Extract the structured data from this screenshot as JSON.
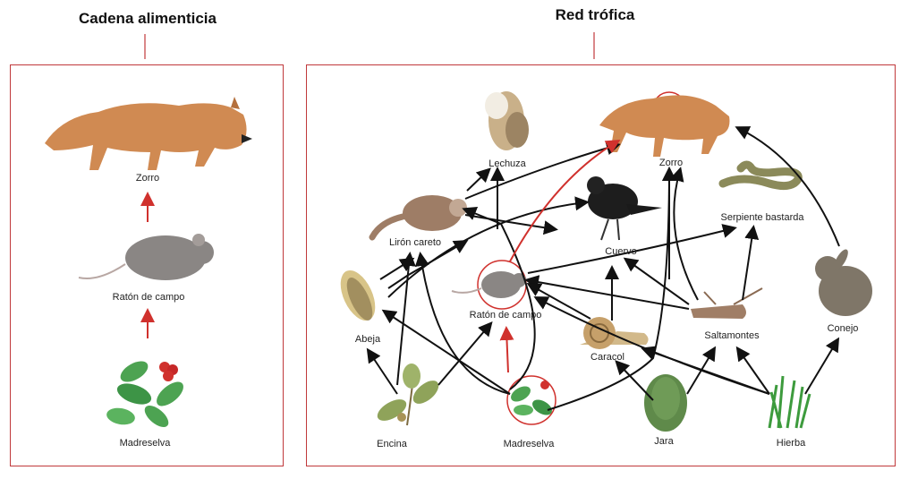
{
  "food_chain": {
    "title": "Cadena alimenticia",
    "labels": {
      "zorro": "Zorro",
      "raton": "Ratón de campo",
      "madreselva": "Madreselva"
    }
  },
  "food_web": {
    "title": "Red trófica",
    "labels": {
      "lechuza": "Lechuza",
      "zorro": "Zorro",
      "serpiente": "Serpiente bastarda",
      "liron": "Lirón careto",
      "cuervo": "Cuervo",
      "abeja": "Abeja",
      "raton": "Ratón de campo",
      "caracol": "Caracol",
      "saltamontes": "Saltamontes",
      "conejo": "Conejo",
      "encina": "Encina",
      "madreselva": "Madreselva",
      "jara": "Jara",
      "hierba": "Hierba"
    }
  },
  "colors": {
    "panel_border": "#c0393b",
    "arrow_black": "#111111",
    "arrow_red": "#d0312d"
  }
}
